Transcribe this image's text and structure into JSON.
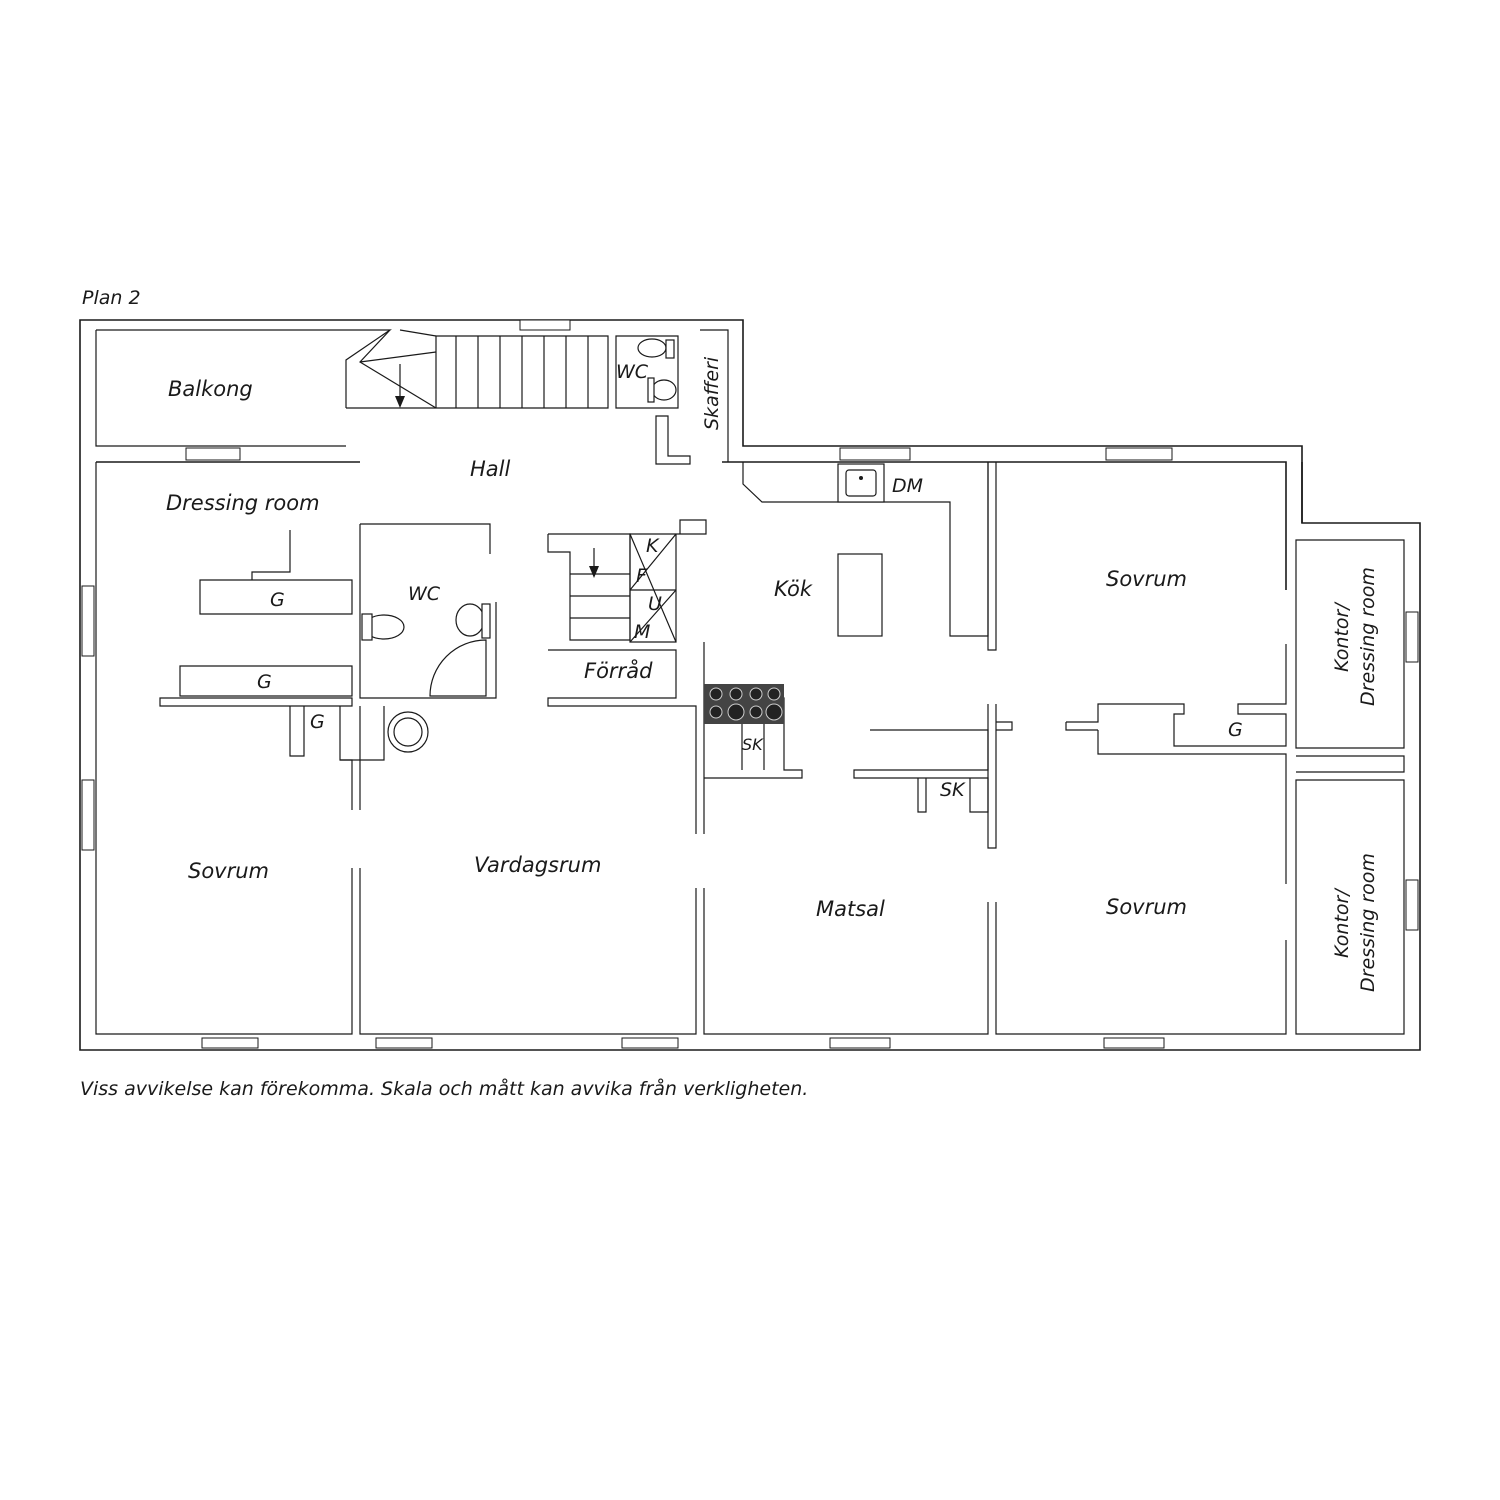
{
  "plan": {
    "title": "Plan 2",
    "disclaimer": "Viss avvikelse kan förekomma. Skala och mått kan avvika från verkligheten."
  },
  "rooms": {
    "balkong": "Balkong",
    "hall": "Hall",
    "dressing_room": "Dressing room",
    "wc_upper": "WC",
    "skafferi": "Skafferi",
    "dm": "DM",
    "kok": "Kök",
    "wc_center": "WC",
    "g_1": "G",
    "g_2": "G",
    "g_3": "G",
    "g_right": "G",
    "k": "K",
    "f": "F",
    "u": "U",
    "m": "M",
    "forrad": "Förråd",
    "sk_stove": "SK",
    "sk_right": "SK",
    "sovrum_top_right": "Sovrum",
    "sovrum_left": "Sovrum",
    "sovrum_bottom_right": "Sovrum",
    "vardagsrum": "Vardagsrum",
    "matsal": "Matsal",
    "kontor_1_line1": "Kontor/",
    "kontor_1_line2": "Dressing room",
    "kontor_2_line1": "Kontor/",
    "kontor_2_line2": "Dressing room"
  }
}
